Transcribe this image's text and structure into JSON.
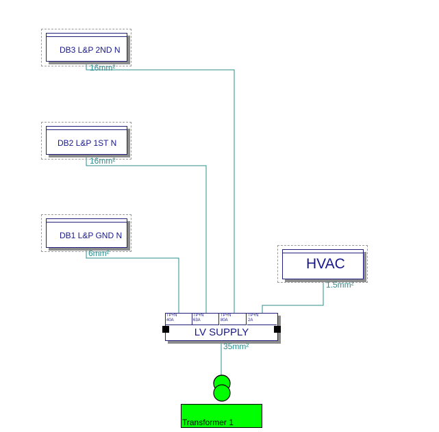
{
  "distribution_boards": [
    {
      "label": "DB3 L&P 2ND N",
      "cable": "16mm²"
    },
    {
      "label": "DB2 L&P 1ST  N",
      "cable": "16mm²"
    },
    {
      "label": "DB1 L&P GND N",
      "cable": "6mm²"
    },
    {
      "label": "HVAC",
      "cable": "1.5mm²"
    }
  ],
  "lv_supply": {
    "label": "LV SUPPLY",
    "cable": "35mm²",
    "ways": [
      {
        "type": "TP+N",
        "rating": "40A"
      },
      {
        "type": "TP+N",
        "rating": "63A"
      },
      {
        "type": "TP+N",
        "rating": "80A"
      },
      {
        "type": "TP+N",
        "rating": "2A"
      }
    ]
  },
  "transformer": {
    "label": "Transformer 1"
  },
  "colors": {
    "wire": "#2a8c8c",
    "box_border": "#1f1f7a",
    "text": "#17178a",
    "transformer_fill": "#00ff00"
  }
}
